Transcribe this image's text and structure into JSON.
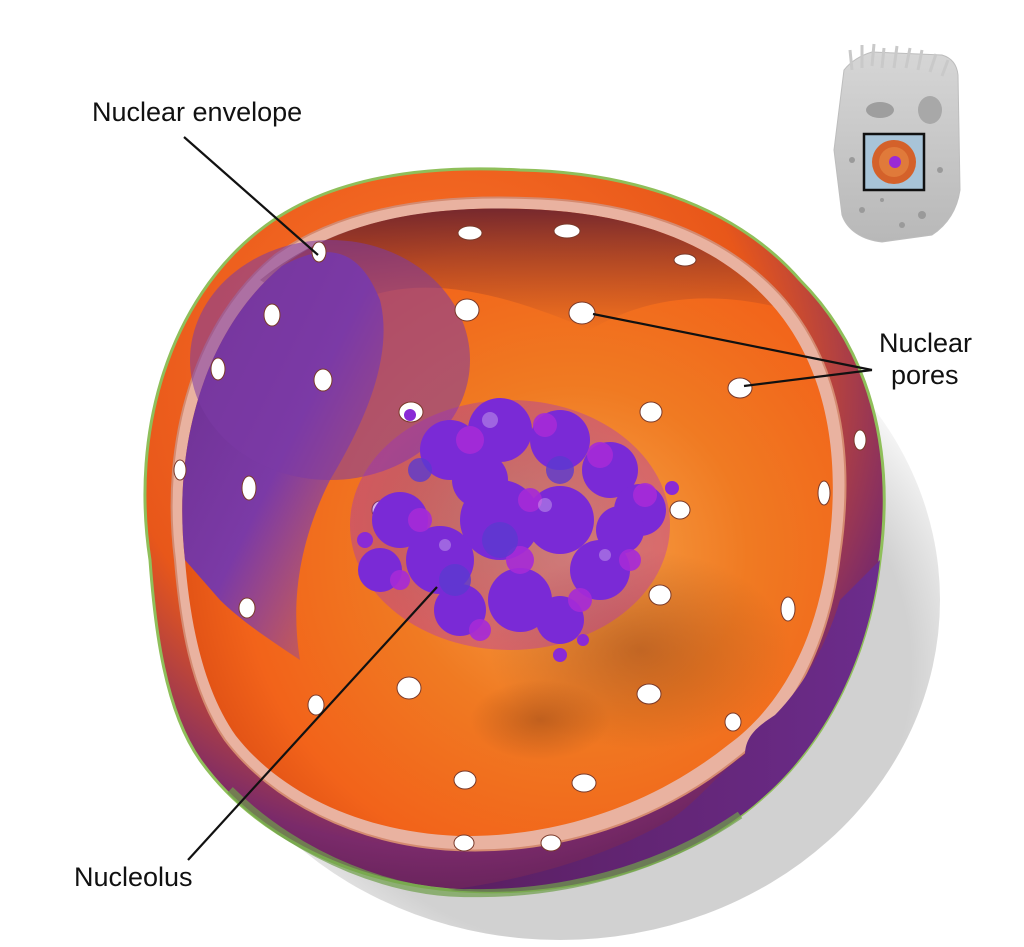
{
  "diagram": {
    "subject": "Cell nucleus cutaway",
    "labels": {
      "nuclear_envelope": "Nuclear envelope",
      "nuclear_pores_line1": "Nuclear",
      "nuclear_pores_line2": "pores",
      "nucleolus": "Nucleolus"
    },
    "inset": {
      "description": "Grayscale whole-cell thumbnail with highlighted nucleus box"
    },
    "colors": {
      "background": "#ffffff",
      "nucleoplasm_orange": "#f26a1b",
      "nucleoplasm_light": "#f59a3a",
      "envelope_purple": "#6a2a8c",
      "envelope_dark": "#5a1f3f",
      "envelope_edge_green": "#8fbf5a",
      "envelope_cut_pink": "#e7b3a5",
      "nucleolus_purple": "#7a2ad6",
      "nucleolus_magenta": "#b32ad6",
      "leader_line": "#111111",
      "inset_gray": "#c8c8c8"
    }
  }
}
